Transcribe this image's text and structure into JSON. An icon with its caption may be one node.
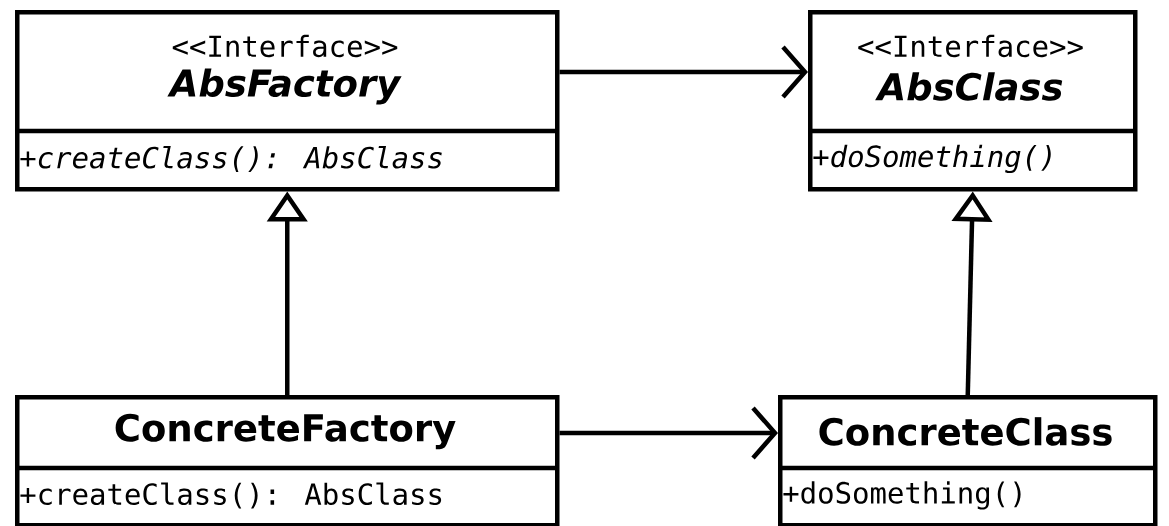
{
  "diagram": {
    "nodes": [
      {
        "text": [
          "<<Interface>>",
          "AbsFactory",
          "+createClass(): AbsClass"
        ]
      },
      {
        "text": [
          "<<Interface>>",
          "AbsClass",
          "+doSomething()"
        ]
      },
      {
        "text": [
          "ConcreteFactory",
          "+createClass(): AbsClass"
        ]
      },
      {
        "text": [
          "ConcreteClass",
          "+doSomething()"
        ]
      }
    ],
    "edges": [
      {
        "from": 0,
        "to": 1,
        "arrow": "to"
      },
      {
        "from": 2,
        "to": 0,
        "arrow": "to"
      },
      {
        "from": 3,
        "to": 1,
        "arrow": "to"
      },
      {
        "from": 2,
        "to": 3,
        "arrow": "to"
      }
    ]
  }
}
